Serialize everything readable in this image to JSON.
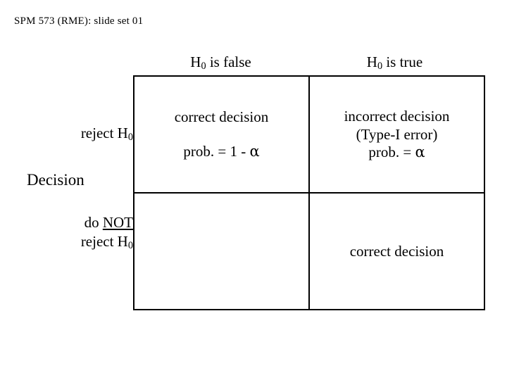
{
  "slide": {
    "title": "SPM 573 (RME): slide set 01"
  },
  "axis": {
    "row_axis_label": "Decision"
  },
  "table": {
    "column_headers": [
      {
        "text_before": "H",
        "subscript": "0",
        "text_after": " is false"
      },
      {
        "text_before": "H",
        "subscript": "0",
        "text_after": " is true"
      }
    ],
    "row_headers": [
      {
        "line1": "reject H",
        "line1_sub": "0",
        "line2": "",
        "line2_sub": ""
      },
      {
        "line1_a": "do ",
        "line1_b": "NOT",
        "line2": "reject H",
        "line2_sub": "0"
      }
    ],
    "cells": [
      {
        "id": "reject-h0-h0-false",
        "line1": "correct decision",
        "line2": "prob. = 1 - ",
        "symbol": "α",
        "line3": ""
      },
      {
        "id": "reject-h0-h0-true",
        "line1": "incorrect decision",
        "line2": "(Type-I error)",
        "line3": "prob. = ",
        "symbol": "α"
      },
      {
        "id": "not-reject-h0-h0-false",
        "line1": "",
        "line2": "",
        "line3": "",
        "symbol": ""
      },
      {
        "id": "not-reject-h0-h0-true",
        "line1": "correct decision",
        "line2": "",
        "line3": "",
        "symbol": ""
      }
    ]
  },
  "colors": {
    "background": "#ffffff",
    "text": "#000000",
    "border": "#000000"
  }
}
